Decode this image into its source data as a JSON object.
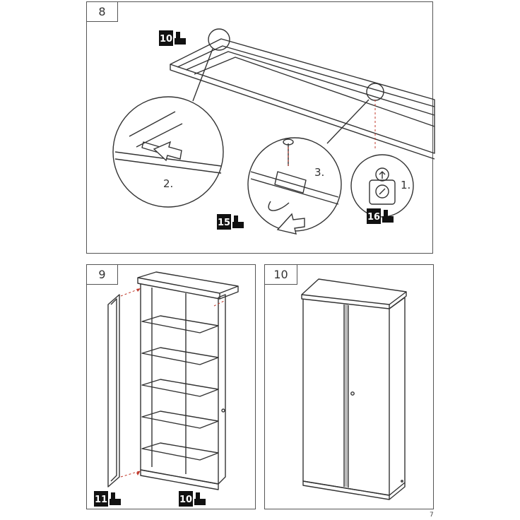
{
  "steps": [
    {
      "number": "8",
      "badges": [
        {
          "num": "10",
          "icon": "hand-tool-icon"
        },
        {
          "num": "15",
          "icon": "hand-tool-icon"
        },
        {
          "num": "16",
          "icon": "hand-tool-icon"
        }
      ],
      "substeps": [
        "1.",
        "2.",
        "3."
      ]
    },
    {
      "number": "9",
      "badges": [
        {
          "num": "11",
          "icon": "hand-tool-icon"
        },
        {
          "num": "10",
          "icon": "hand-tool-icon"
        }
      ]
    },
    {
      "number": "10"
    }
  ],
  "page_number": "7",
  "colors": {
    "line": "#333333",
    "frame": "#555555",
    "badge": "#111111",
    "marker": "#c0392b"
  }
}
